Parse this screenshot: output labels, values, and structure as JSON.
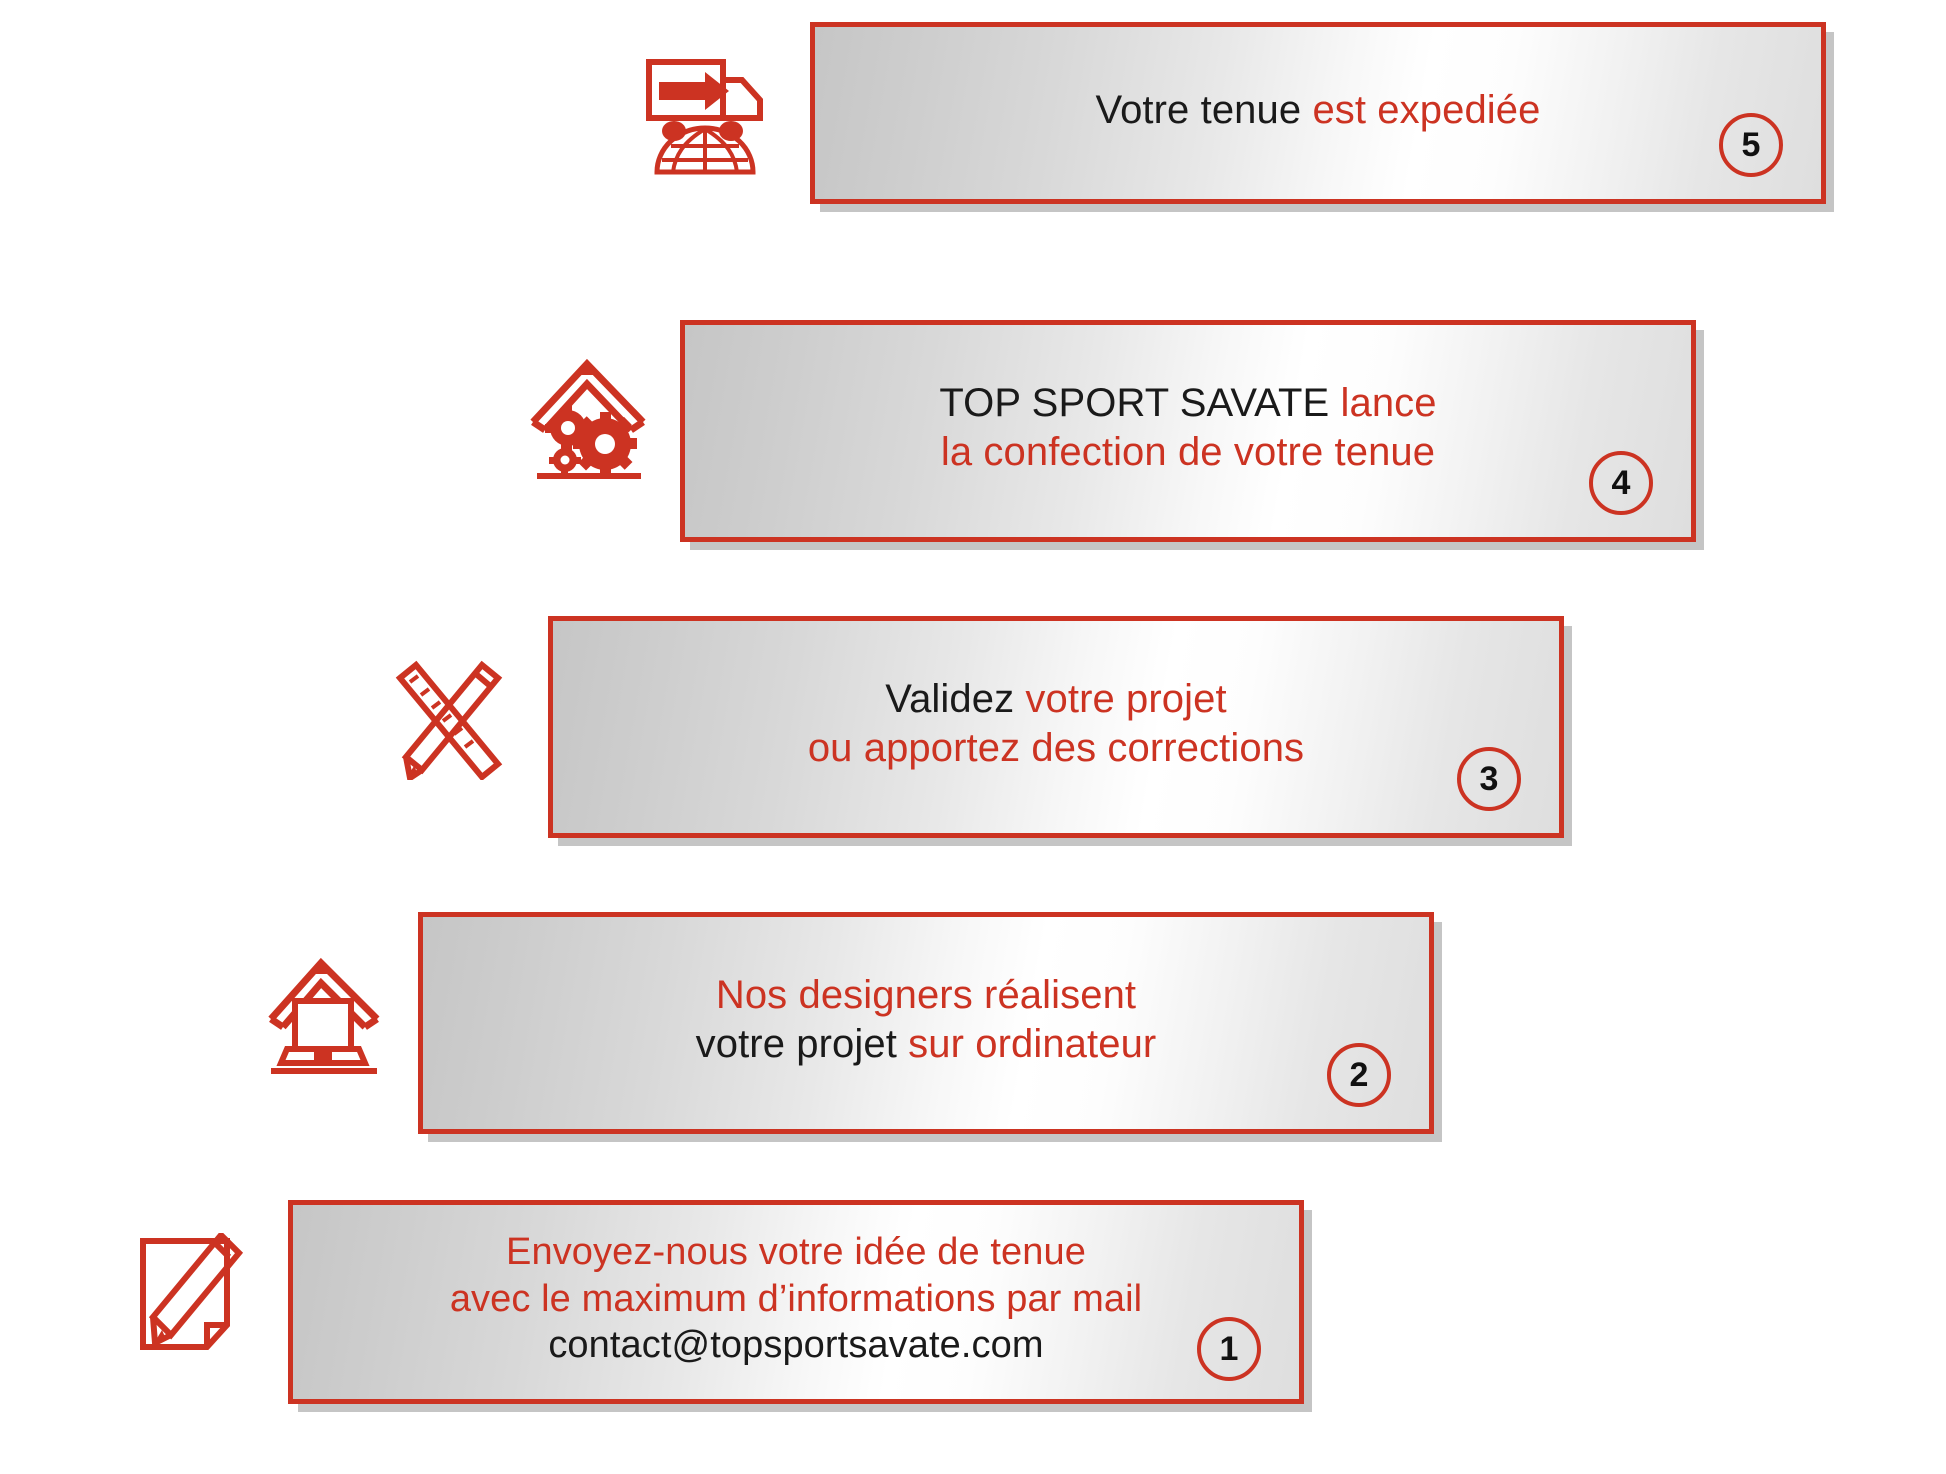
{
  "meta": {
    "accent_red": "#cc3322",
    "text_black": "#1a1a1a",
    "background": "#ffffff"
  },
  "steps": [
    {
      "number": "5",
      "icon": "delivery-truck-globe-icon",
      "lines": [
        {
          "segments": [
            {
              "text": "Votre tenue ",
              "color": "black"
            },
            {
              "text": "est expediée",
              "color": "red"
            }
          ]
        }
      ]
    },
    {
      "number": "4",
      "icon": "roof-gears-icon",
      "lines": [
        {
          "segments": [
            {
              "text": "TOP SPORT SAVATE ",
              "color": "black"
            },
            {
              "text": "lance",
              "color": "red"
            }
          ]
        },
        {
          "segments": [
            {
              "text": "la confection de votre tenue",
              "color": "red"
            }
          ]
        }
      ]
    },
    {
      "number": "3",
      "icon": "ruler-pencil-icon",
      "lines": [
        {
          "segments": [
            {
              "text": "Validez ",
              "color": "black"
            },
            {
              "text": "votre projet",
              "color": "red"
            }
          ]
        },
        {
          "segments": [
            {
              "text": "ou apportez des corrections",
              "color": "red"
            }
          ]
        }
      ]
    },
    {
      "number": "2",
      "icon": "roof-laptop-icon",
      "lines": [
        {
          "segments": [
            {
              "text": "Nos designers réalisent",
              "color": "red"
            }
          ]
        },
        {
          "segments": [
            {
              "text": "votre projet ",
              "color": "black"
            },
            {
              "text": "sur ordinateur",
              "color": "red"
            }
          ]
        }
      ]
    },
    {
      "number": "1",
      "icon": "document-pencil-icon",
      "lines": [
        {
          "segments": [
            {
              "text": "Envoyez-nous votre idée de tenue",
              "color": "red"
            }
          ]
        },
        {
          "segments": [
            {
              "text": "avec le maximum d’informations par mail",
              "color": "red"
            }
          ]
        },
        {
          "segments": [
            {
              "text": "contact@topsportsavate.com",
              "color": "black"
            }
          ]
        }
      ]
    }
  ]
}
